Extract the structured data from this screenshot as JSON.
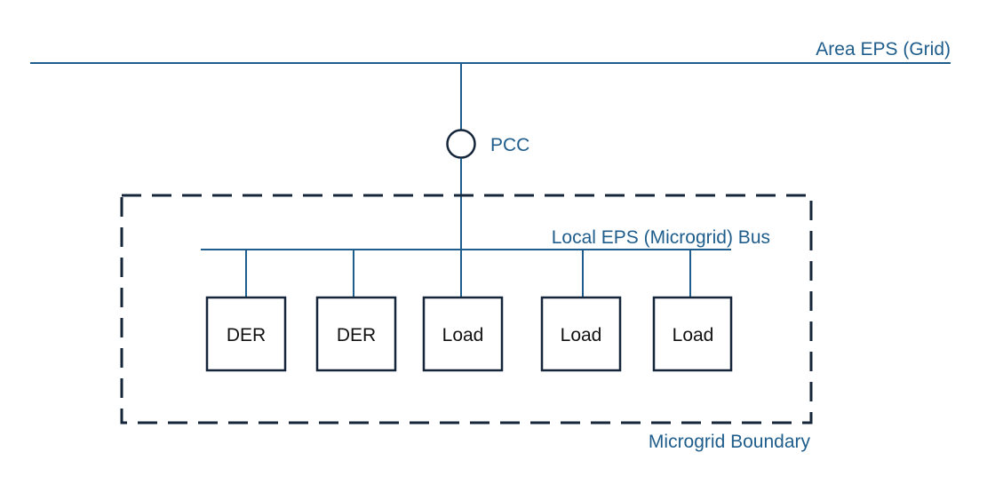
{
  "labels": {
    "grid": "Area EPS (Grid)",
    "pcc": "PCC",
    "bus": "Local EPS (Microgrid) Bus",
    "boundary": "Microgrid Boundary"
  },
  "components": [
    {
      "label": "DER"
    },
    {
      "label": "DER"
    },
    {
      "label": "Load"
    },
    {
      "label": "Load"
    },
    {
      "label": "Load"
    }
  ],
  "colors": {
    "lines": "#1f5d8c",
    "boxes": "#16263a",
    "text_labels": "#1f5d8c",
    "box_text": "#111111"
  }
}
